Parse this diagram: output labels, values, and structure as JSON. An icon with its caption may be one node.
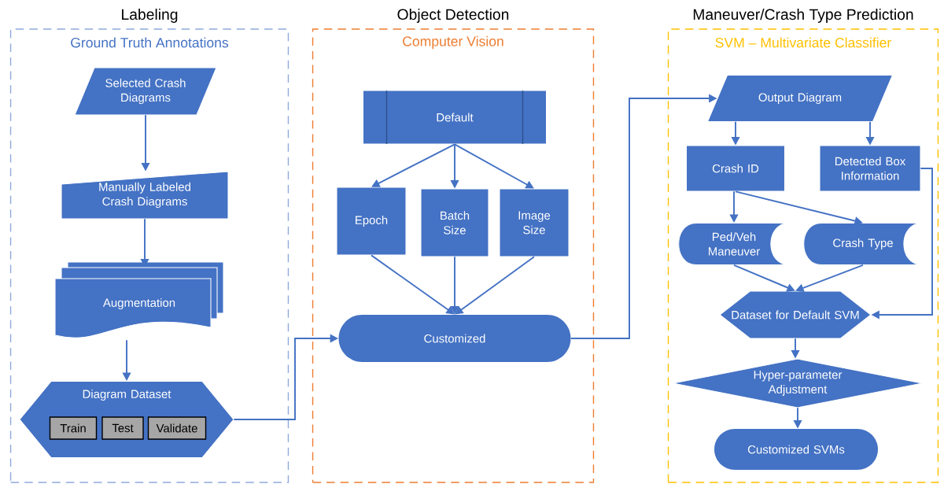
{
  "diagram": {
    "nodes": [
      {
        "text": [
          "Labeling",
          "Ground Truth Annotations"
        ]
      },
      {
        "text": [
          "Selected Crash Diagrams"
        ],
        "in": 0
      },
      {
        "text": [
          "Manually Labeled Crash Diagrams"
        ],
        "in": 0
      },
      {
        "text": [
          "Augmentation"
        ],
        "in": 0
      },
      {
        "text": [
          "Diagram Dataset"
        ],
        "in": 0
      },
      {
        "text": [
          "Train"
        ],
        "in": 4
      },
      {
        "text": [
          "Test"
        ],
        "in": 4
      },
      {
        "text": [
          "Validate"
        ],
        "in": 4
      },
      {
        "text": [
          "Object Detection",
          "Computer Vision"
        ]
      },
      {
        "text": [
          "Default"
        ],
        "in": 8
      },
      {
        "text": [
          "Epoch"
        ],
        "in": 8
      },
      {
        "text": [
          "Batch Size"
        ],
        "in": 8
      },
      {
        "text": [
          "Image Size"
        ],
        "in": 8
      },
      {
        "text": [
          "Customized"
        ],
        "in": 8
      },
      {
        "text": [
          "Maneuver/Crash Type Prediction",
          "SVM – Multivariate Classifier"
        ]
      },
      {
        "text": [
          "Output Diagram"
        ],
        "in": 14
      },
      {
        "text": [
          "Crash ID"
        ],
        "in": 14
      },
      {
        "text": [
          "Detected Box Information"
        ],
        "in": 14
      },
      {
        "text": [
          "Ped/Veh Maneuver"
        ],
        "in": 14
      },
      {
        "text": [
          "Crash Type"
        ],
        "in": 14
      },
      {
        "text": [
          "Dataset for Default SVM"
        ],
        "in": 14
      },
      {
        "text": [
          "Hyper-parameter Adjustment"
        ],
        "in": 14
      },
      {
        "text": [
          "Customized SVMs"
        ],
        "in": 14
      }
    ],
    "edges": [
      {
        "from": 1,
        "to": 2,
        "arrow": "to"
      },
      {
        "from": 2,
        "to": 3,
        "arrow": "to"
      },
      {
        "from": 3,
        "to": 4,
        "arrow": "to"
      },
      {
        "from": 4,
        "to": 13,
        "arrow": "to"
      },
      {
        "from": 9,
        "to": 10,
        "arrow": "to"
      },
      {
        "from": 9,
        "to": 11,
        "arrow": "to"
      },
      {
        "from": 9,
        "to": 12,
        "arrow": "to"
      },
      {
        "from": 10,
        "to": 13,
        "arrow": "to"
      },
      {
        "from": 11,
        "to": 13,
        "arrow": "to"
      },
      {
        "from": 12,
        "to": 13,
        "arrow": "to"
      },
      {
        "from": 13,
        "to": 15,
        "arrow": "to"
      },
      {
        "from": 15,
        "to": 16,
        "arrow": "to"
      },
      {
        "from": 15,
        "to": 17,
        "arrow": "to"
      },
      {
        "from": 16,
        "to": 18,
        "arrow": "to"
      },
      {
        "from": 16,
        "to": 19,
        "arrow": "to"
      },
      {
        "from": 18,
        "to": 20,
        "arrow": "to"
      },
      {
        "from": 19,
        "to": 20,
        "arrow": "to"
      },
      {
        "from": 17,
        "to": 20,
        "arrow": "to"
      },
      {
        "from": 20,
        "to": 21,
        "arrow": "to"
      },
      {
        "from": 21,
        "to": 22,
        "arrow": "to"
      }
    ]
  }
}
